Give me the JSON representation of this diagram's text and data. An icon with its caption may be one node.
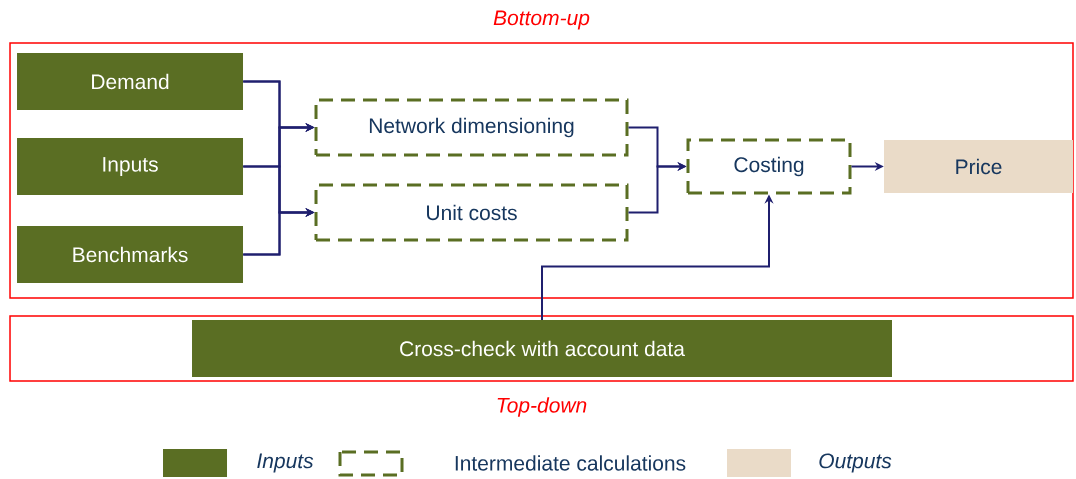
{
  "diagram": {
    "nodes": [
      {
        "text": [
          "Bottom-up"
        ]
      },
      {
        "text": [
          "Top-down"
        ]
      },
      {
        "text": [
          "Demand"
        ],
        "in": 0
      },
      {
        "text": [
          "Inputs"
        ],
        "in": 0
      },
      {
        "text": [
          "Benchmarks"
        ],
        "in": 0
      },
      {
        "text": [
          "Network dimensioning"
        ],
        "in": 0
      },
      {
        "text": [
          "Unit costs"
        ],
        "in": 0
      },
      {
        "text": [
          "Costing"
        ],
        "in": 0
      },
      {
        "text": [
          "Price"
        ],
        "in": 0
      },
      {
        "text": [
          "Cross-check with account data"
        ],
        "in": 1
      }
    ],
    "edges": [
      {
        "from": 2,
        "to": 5,
        "arrow": "to"
      },
      {
        "from": 3,
        "to": 5,
        "arrow": "to"
      },
      {
        "from": 4,
        "to": 5,
        "arrow": "to"
      },
      {
        "from": 2,
        "to": 6,
        "arrow": "to"
      },
      {
        "from": 3,
        "to": 6,
        "arrow": "to"
      },
      {
        "from": 4,
        "to": 6,
        "arrow": "to"
      },
      {
        "from": 5,
        "to": 7,
        "arrow": "to"
      },
      {
        "from": 6,
        "to": 7,
        "arrow": "to"
      },
      {
        "from": 7,
        "to": 8,
        "arrow": "to"
      },
      {
        "from": 9,
        "to": 7,
        "arrow": "to"
      }
    ],
    "legend": [
      {
        "text": "Inputs",
        "color": "#5a6e23"
      },
      {
        "text": "Intermediate calculations"
      },
      {
        "text": "Outputs",
        "color": "#eadbc8"
      }
    ]
  }
}
